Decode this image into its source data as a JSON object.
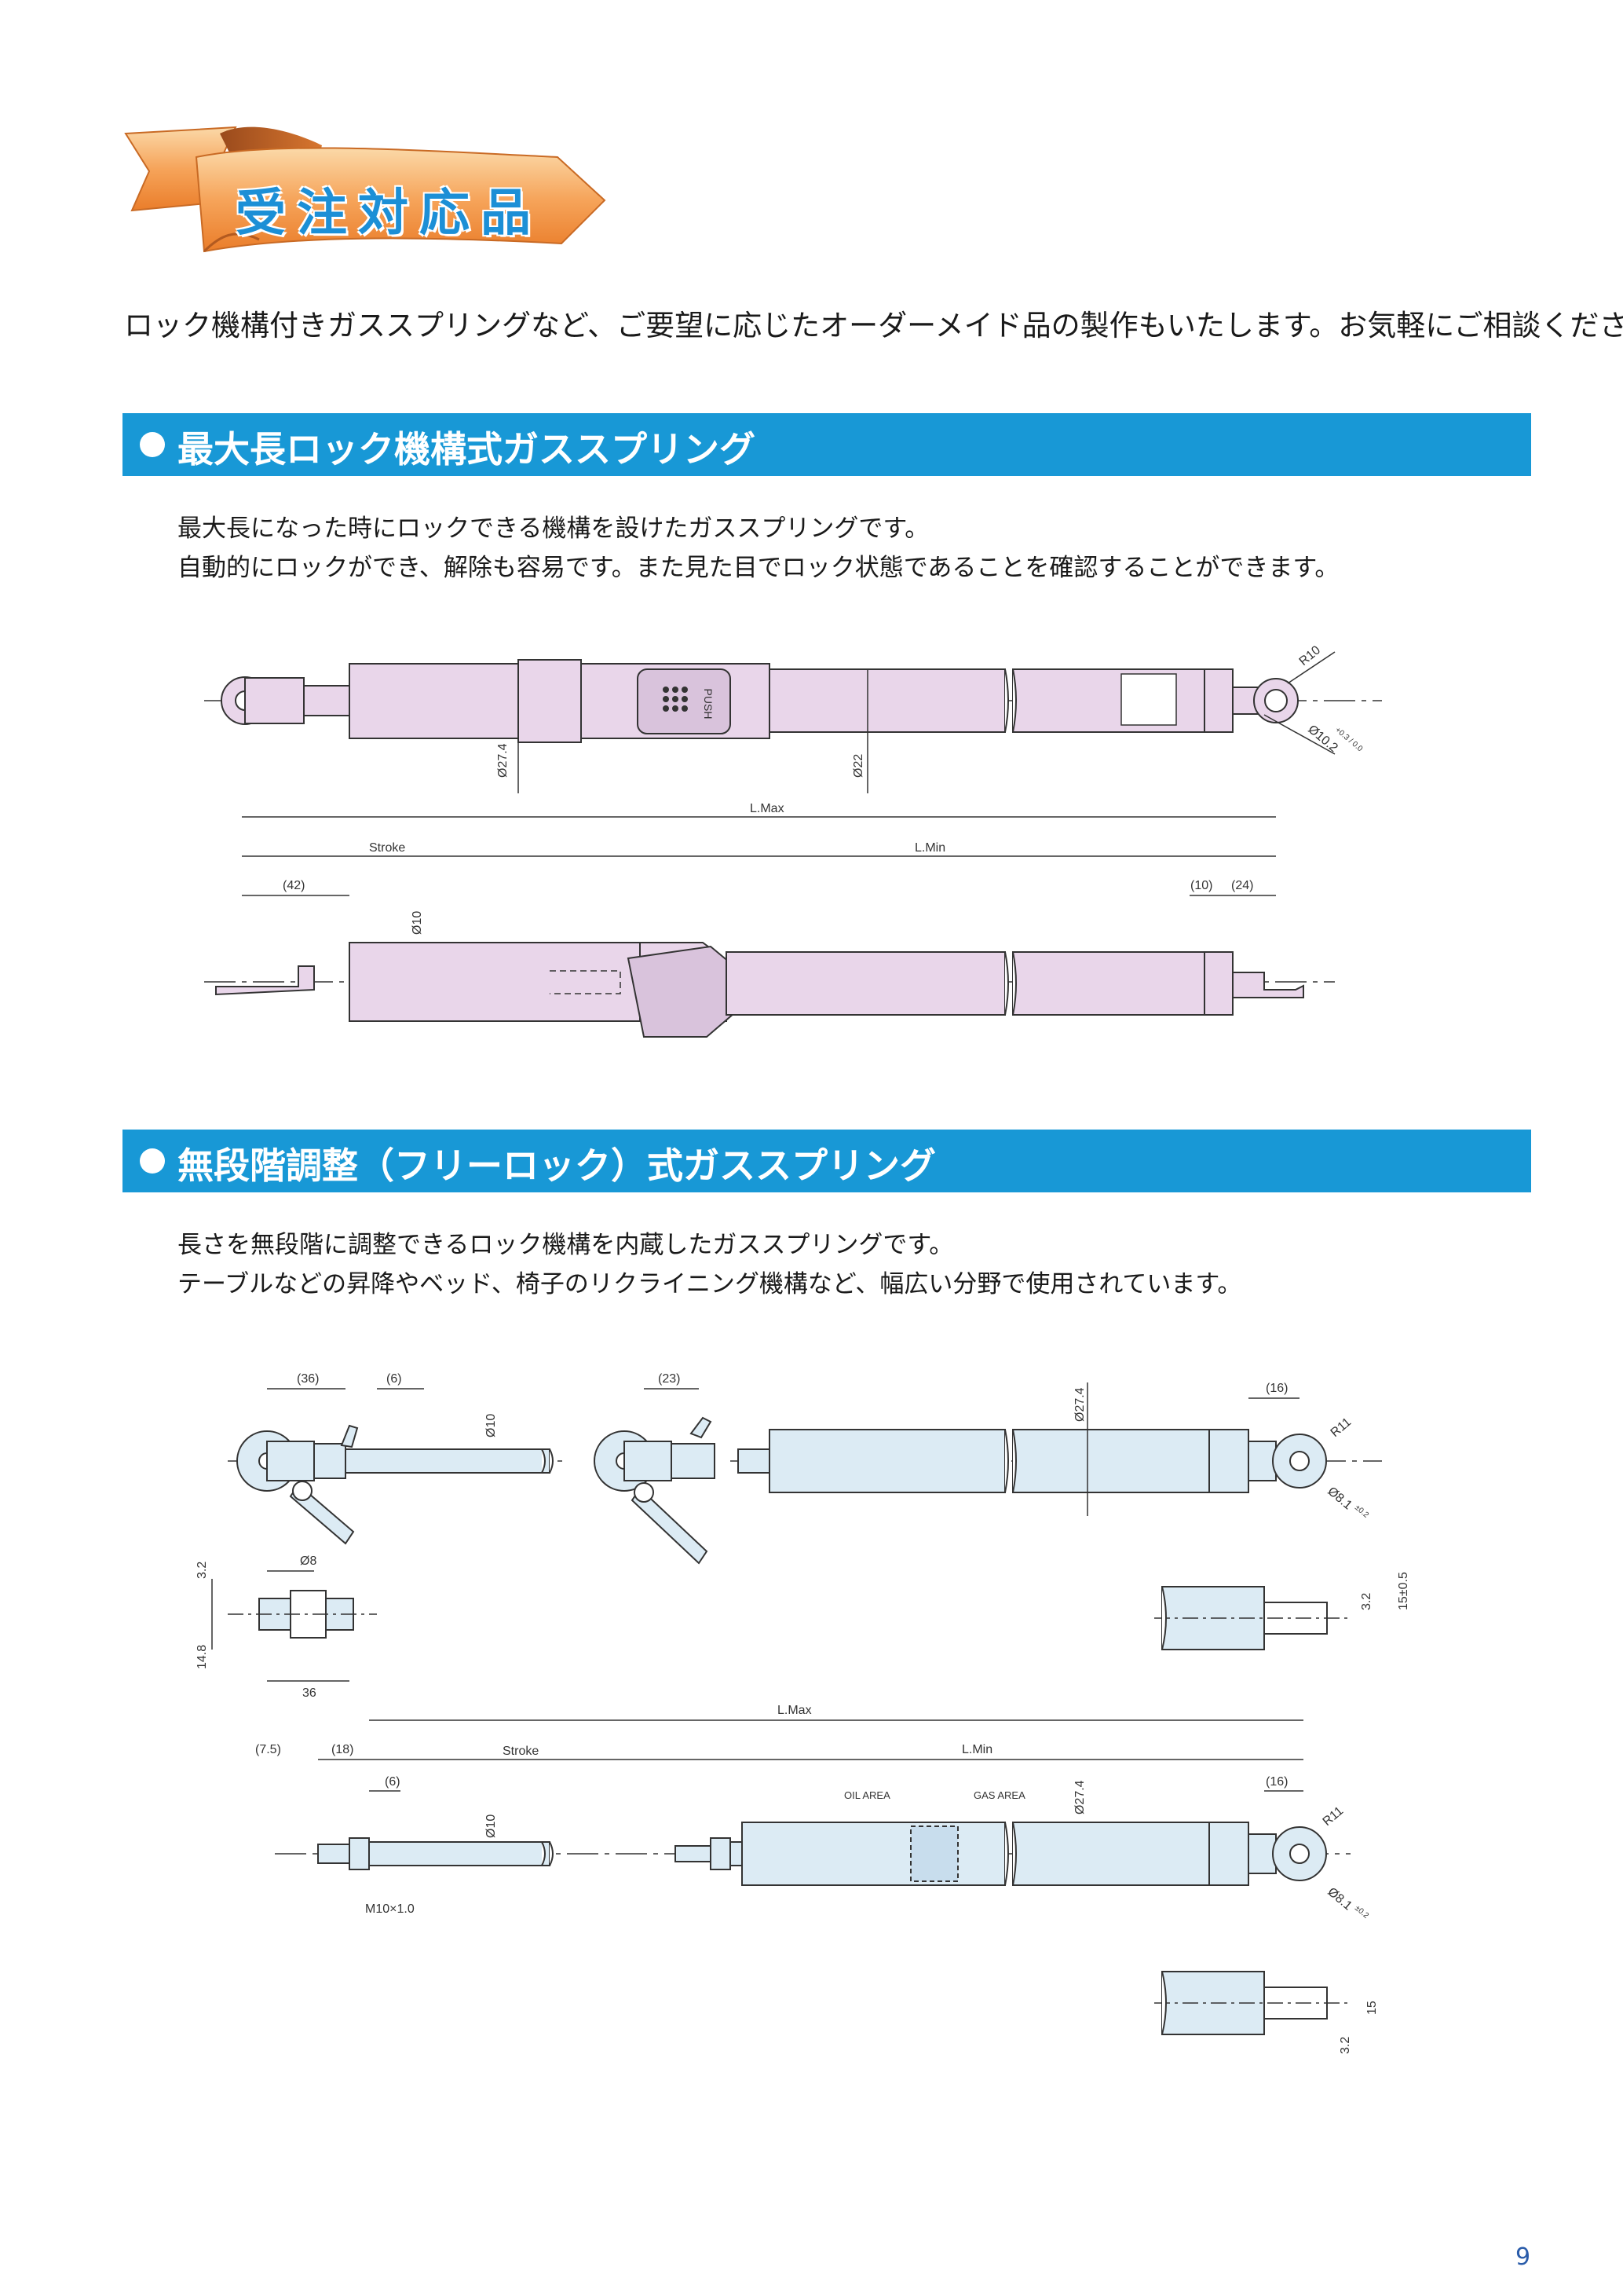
{
  "header_banner": {
    "label": "受注対応品"
  },
  "intro": "ロック機構付きガススプリングなど、ご要望に応じたオーダーメイド品の製作もいたします。お気軽にご相談ください。",
  "section1": {
    "title": "最大長ロック機構式ガススプリング",
    "desc_line1": "最大長になった時にロックできる機構を設けたガススプリングです。",
    "desc_line2": "自動的にロックができ、解除も容易です。また見た目でロック状態であることを確認することができます。",
    "drawing": {
      "push_label": "PUSH",
      "dia_body": "Ø27.4",
      "dia_tube": "Ø22",
      "radius": "R10",
      "hole": "Ø10.2",
      "hole_tol": "+0.3 / 0.0",
      "lmax": "L.Max",
      "stroke": "Stroke",
      "lmin": "L.Min",
      "dim42": "(42)",
      "dim10": "Ø10",
      "dim10b": "(10)",
      "dim24": "(24)"
    }
  },
  "section2": {
    "title": "無段階調整（フリーロック）式ガススプリング",
    "desc_line1": "長さを無段階に調整できるロック機構を内蔵したガススプリングです。",
    "desc_line2": "テーブルなどの昇降やベッド、椅子のリクライニング機構など、幅広い分野で使用されています。",
    "drawing": {
      "d36": "(36)",
      "d6": "(6)",
      "d23": "(23)",
      "dia10": "Ø10",
      "dia27": "Ø27.4",
      "d16": "(16)",
      "r11": "R11",
      "hole": "Ø8.1",
      "hole_tol": "±0.2",
      "d32": "3.2",
      "d8": "Ø8",
      "d148": "14.8",
      "w36": "36",
      "d15tol": "15±0.5",
      "lmax": "L.Max",
      "d75": "(7.5)",
      "d18": "(18)",
      "stroke": "Stroke",
      "lmin": "L.Min",
      "d6b": "(6)",
      "oil": "OIL AREA",
      "gas": "GAS AREA",
      "thread": "M10×1.0",
      "d15": "15"
    }
  },
  "page_number": "9"
}
